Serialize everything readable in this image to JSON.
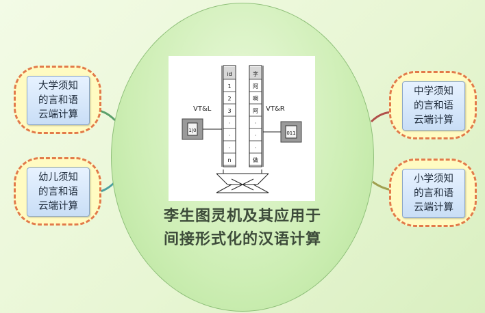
{
  "center": {
    "title_line1": "李生图灵机及其应用于",
    "title_line2": "间接形式化的汉语计算"
  },
  "machine": {
    "left_label": "VT&L",
    "right_label": "VT&R",
    "left_box_text": "1|0",
    "right_box_text": "011",
    "left_tape": [
      "id",
      "1",
      "2",
      "3",
      "·",
      "·",
      "·",
      "n"
    ],
    "right_tape": [
      "字",
      "阿",
      "啊",
      "阿",
      "·",
      "·",
      "·",
      "做"
    ]
  },
  "branches": {
    "top_left": {
      "line1": "大学须知",
      "line2": "的言和语",
      "line3": "云端计算"
    },
    "bottom_left": {
      "line1": "幼儿须知",
      "line2": "的言和语",
      "line3": "云端计算"
    },
    "top_right": {
      "line1": "中学须知",
      "line2": "的言和语",
      "line3": "云端计算"
    },
    "bottom_right": {
      "line1": "小学须知",
      "line2": "的言和语",
      "line3": "云端计算"
    }
  },
  "colors": {
    "circle_fill": "#cdeeb4",
    "leaf_fill": "#fffbc2",
    "leaf_border": "#e27a4a",
    "connector_tl": "#5aa06a",
    "connector_bl": "#4aa0a0",
    "connector_tr": "#b0504a",
    "connector_br": "#a0a050"
  }
}
